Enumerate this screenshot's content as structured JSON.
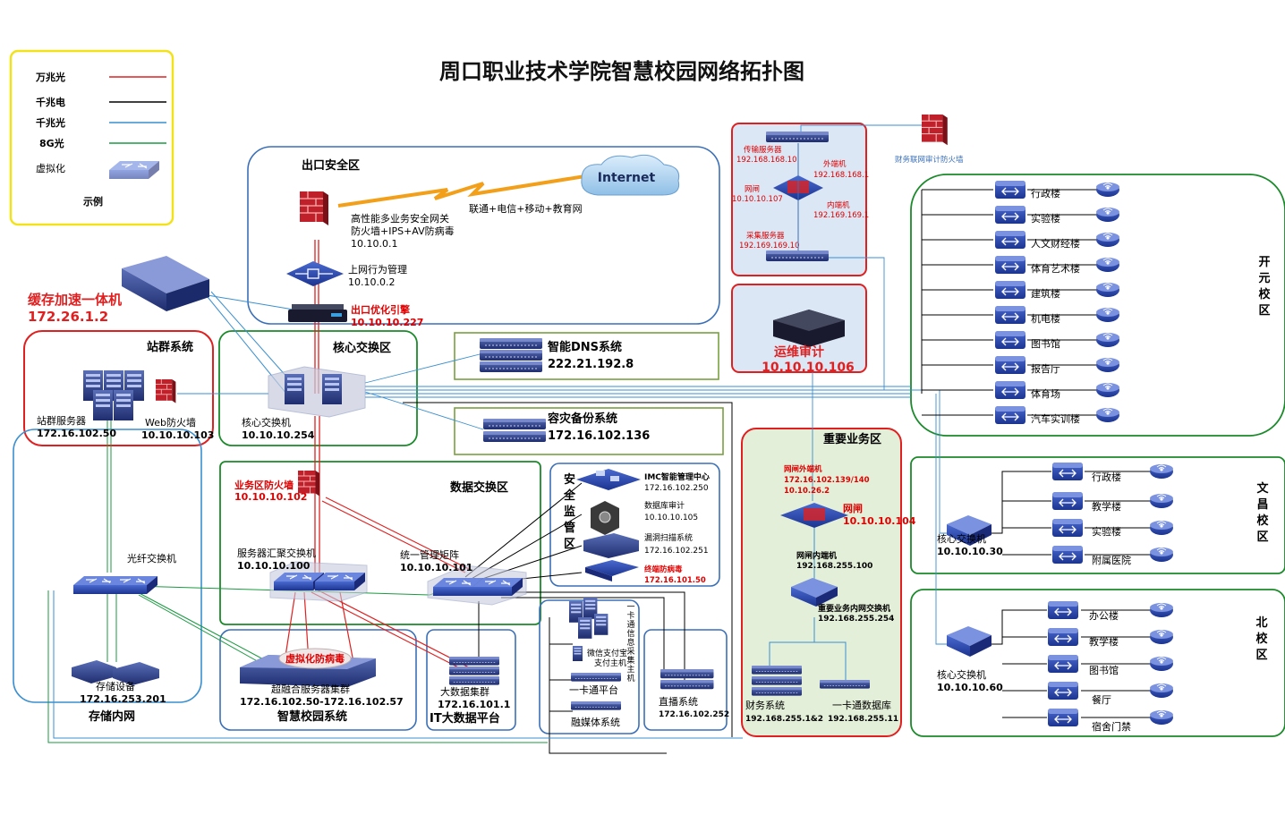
{
  "title": "周口职业技术学院智慧校园网络拓扑图",
  "legend": {
    "items": [
      {
        "label": "万兆光",
        "color": "#e02020"
      },
      {
        "label": "千兆电",
        "color": "#000000"
      },
      {
        "label": "千兆光",
        "color": "#3a8fd0"
      },
      {
        "label": "8G光",
        "color": "#1a9a40"
      },
      {
        "label": "虚拟化",
        "color": "#9aa6c8"
      }
    ],
    "caption": "示例"
  },
  "zones": {
    "exit": "出口安全区",
    "core": "核心交换区",
    "data": "数据交换区",
    "station": "站群系统",
    "security": [
      "安",
      "全",
      "监",
      "管",
      "区"
    ],
    "important": "重要业务区",
    "storage": "存储内网",
    "smart": "智慧校园系统",
    "bigdata": "IT大数据平台"
  },
  "exit_zone": {
    "internet": "Internet",
    "isp": "联通+电信+移动+教育网",
    "gateway": [
      "高性能多业务安全网关",
      "防火墙+IPS+AV防病毒",
      "10.10.0.1"
    ],
    "behavior": [
      "上网行为管理",
      "10.10.0.2"
    ],
    "optimizer": [
      "出口优化引擎",
      "10.10.10.227"
    ]
  },
  "cache": [
    "缓存加速一体机",
    "172.26.1.2"
  ],
  "core_switch": [
    "核心交换机",
    "10.10.10.254"
  ],
  "dns": [
    "智能DNS系统",
    "222.21.192.8"
  ],
  "backup": [
    "容灾备份系统",
    "172.16.102.136"
  ],
  "station_zone": {
    "server": [
      "站群服务器",
      "172.16.102.50"
    ],
    "waf": [
      "Web防火墙",
      "10.10.10.103"
    ]
  },
  "data_zone": {
    "fw": [
      "业务区防火墙",
      "10.10.10.102"
    ],
    "agg": [
      "服务器汇聚交换机",
      "10.10.10.100"
    ],
    "matrix": [
      "统一管理矩阵",
      "10.10.10.101"
    ]
  },
  "fiber_switch": "光纤交换机",
  "storage_dev": [
    "存储设备",
    "172.16.253.201"
  ],
  "hci": [
    "超融合服务器集群",
    "172.16.102.50-172.16.102.57"
  ],
  "virus": "虚拟化防病毒",
  "bigdata_cluster": [
    "大数据集群",
    "172.16.101.1"
  ],
  "card_sys": {
    "collector": [
      "一",
      "卡",
      "通",
      "信",
      "息",
      "采",
      "集",
      "主",
      "机"
    ],
    "pay": [
      "微信支付宝",
      "支付主机"
    ],
    "platform": "一卡通平台",
    "media": "融媒体系统"
  },
  "broadcast": [
    "直播系统",
    "172.16.102.252"
  ],
  "security_zone": {
    "imc": [
      "IMC智能管理中心",
      "172.16.102.250"
    ],
    "db_audit": [
      "数据库审计",
      "10.10.10.105"
    ],
    "scan": [
      "漏洞扫描系统",
      "172.16.102.251"
    ],
    "av": [
      "终端防病毒",
      "172.16.101.50"
    ]
  },
  "gatebox": {
    "trans": [
      "传输服务器",
      "192.168.168.10"
    ],
    "outer": [
      "外端机",
      "192.168.168.1"
    ],
    "gap": [
      "网闸",
      "10.10.10.107"
    ],
    "inner": [
      "内端机",
      "192.169.169.1"
    ],
    "collect": [
      "采集服务器",
      "192.169.169.10"
    ]
  },
  "fin_fw": "财务联网审计防火墙",
  "ops_audit": [
    "运维审计",
    "10.10.10.106"
  ],
  "important_zone": {
    "gap_outer": [
      "网闸外端机",
      "172.16.102.139/140",
      "10.10.26.2"
    ],
    "gap_label": [
      "网闸",
      "10.10.10.104"
    ],
    "gap_inner": [
      "网闸内端机",
      "192.168.255.100"
    ],
    "switch": [
      "重要业务内网交换机",
      "192.168.255.254"
    ],
    "finance": [
      "财务系统",
      "192.168.255.1&2"
    ],
    "card_db": [
      "一卡通数据库",
      "192.168.255.11"
    ]
  },
  "campus_kaiyuan": {
    "name": [
      "开",
      "元",
      "校",
      "区"
    ],
    "buildings": [
      "行政楼",
      "实验楼",
      "人文财经楼",
      "体育艺术楼",
      "建筑楼",
      "机电楼",
      "图书馆",
      "报告厅",
      "体育场",
      "汽车实训楼"
    ]
  },
  "campus_wenchang": {
    "name": [
      "文",
      "昌",
      "校",
      "区"
    ],
    "core": [
      "核心交换机",
      "10.10.10.30"
    ],
    "buildings": [
      "行政楼",
      "教学楼",
      "实验楼",
      "附属医院"
    ]
  },
  "campus_north": {
    "name": [
      "北",
      "校",
      "区"
    ],
    "core": [
      "核心交换机",
      "10.10.10.60"
    ],
    "buildings": [
      "办公楼",
      "教学楼",
      "图书馆",
      "餐厅",
      "宿舍门禁"
    ]
  }
}
